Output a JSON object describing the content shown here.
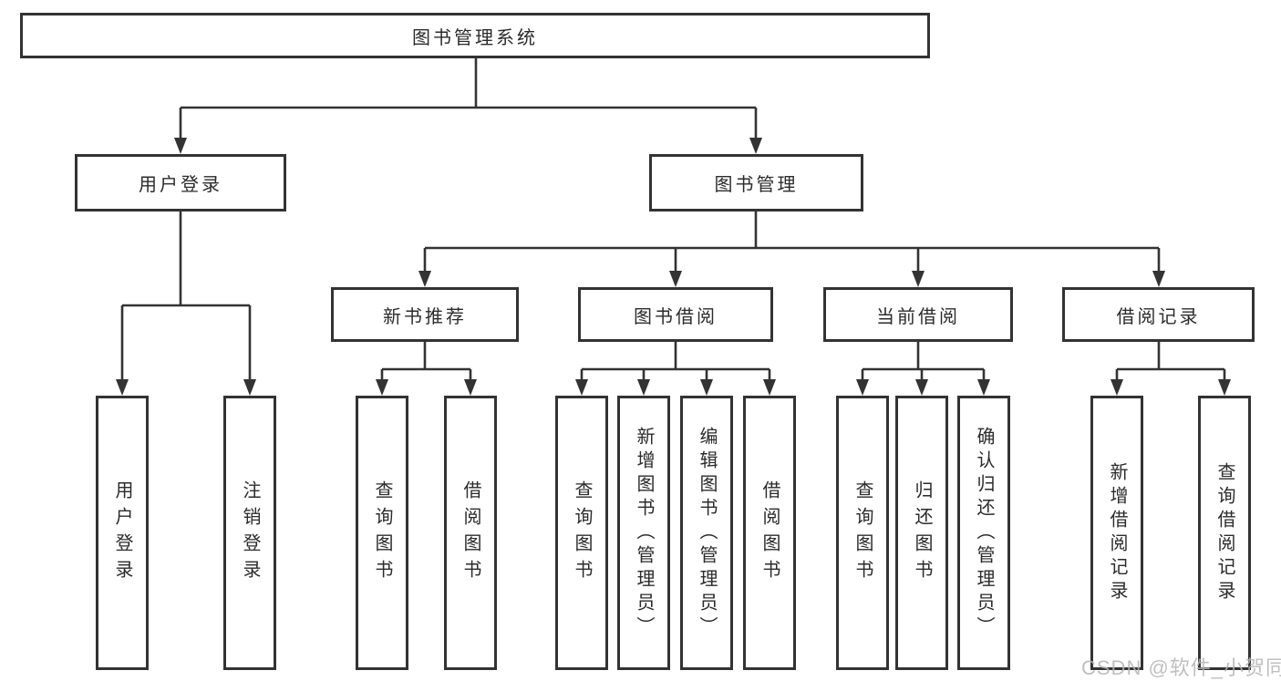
{
  "title": {
    "label": "图书管理系统"
  },
  "nodes": {
    "user_login": {
      "label": "用户登录"
    },
    "book_mgmt": {
      "label": "图书管理"
    },
    "new_book_rec": {
      "label": "新书推荐"
    },
    "book_borrow": {
      "label": "图书借阅"
    },
    "current_borrow": {
      "label": "当前借阅"
    },
    "borrow_record": {
      "label": "借阅记录"
    },
    "leaf_user_login": {
      "label": "用户登录"
    },
    "leaf_logout": {
      "label": "注销登录"
    },
    "rec_query_book": {
      "label": "查询图书"
    },
    "rec_borrow_book": {
      "label": "借阅图书"
    },
    "bb_query_book": {
      "label": "查询图书"
    },
    "bb_add_book": {
      "label": "新增图书（管理员）"
    },
    "bb_edit_book": {
      "label": "编辑图书（管理员）"
    },
    "bb_borrow_book": {
      "label": "借阅图书"
    },
    "cb_query_book": {
      "label": "查询图书"
    },
    "cb_return_book": {
      "label": "归还图书"
    },
    "cb_confirm_return": {
      "label": "确认归还（管理员）"
    },
    "br_add_record": {
      "label": "新增借阅记录"
    },
    "br_query_record": {
      "label": "查询借阅记录"
    }
  },
  "watermark": {
    "text": "CSDN @软件_小贺同学"
  },
  "colors": {
    "line": "#333333",
    "box_border": "#333333",
    "box_fill": "#ffffff",
    "text": "#2b2b2b",
    "watermark": "#b5b5b5",
    "page_bg": "#ffffff"
  }
}
